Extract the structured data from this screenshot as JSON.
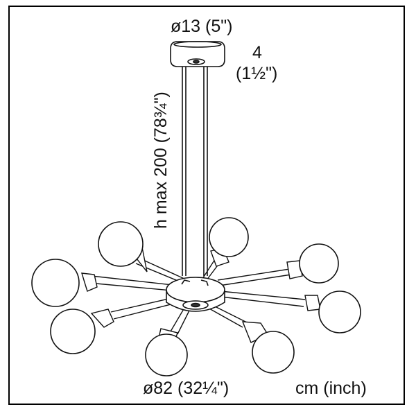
{
  "labels": {
    "canopy_diameter": "ø13 (5\")",
    "canopy_height_cm": "4",
    "canopy_height_inch": "(1½\")",
    "max_height": "h max 200 (78¾\")",
    "overall_diameter": "ø82 (32¼\")",
    "units": "cm (inch)"
  },
  "colors": {
    "line": "#111111",
    "background": "#ffffff",
    "frame": "#000000"
  }
}
